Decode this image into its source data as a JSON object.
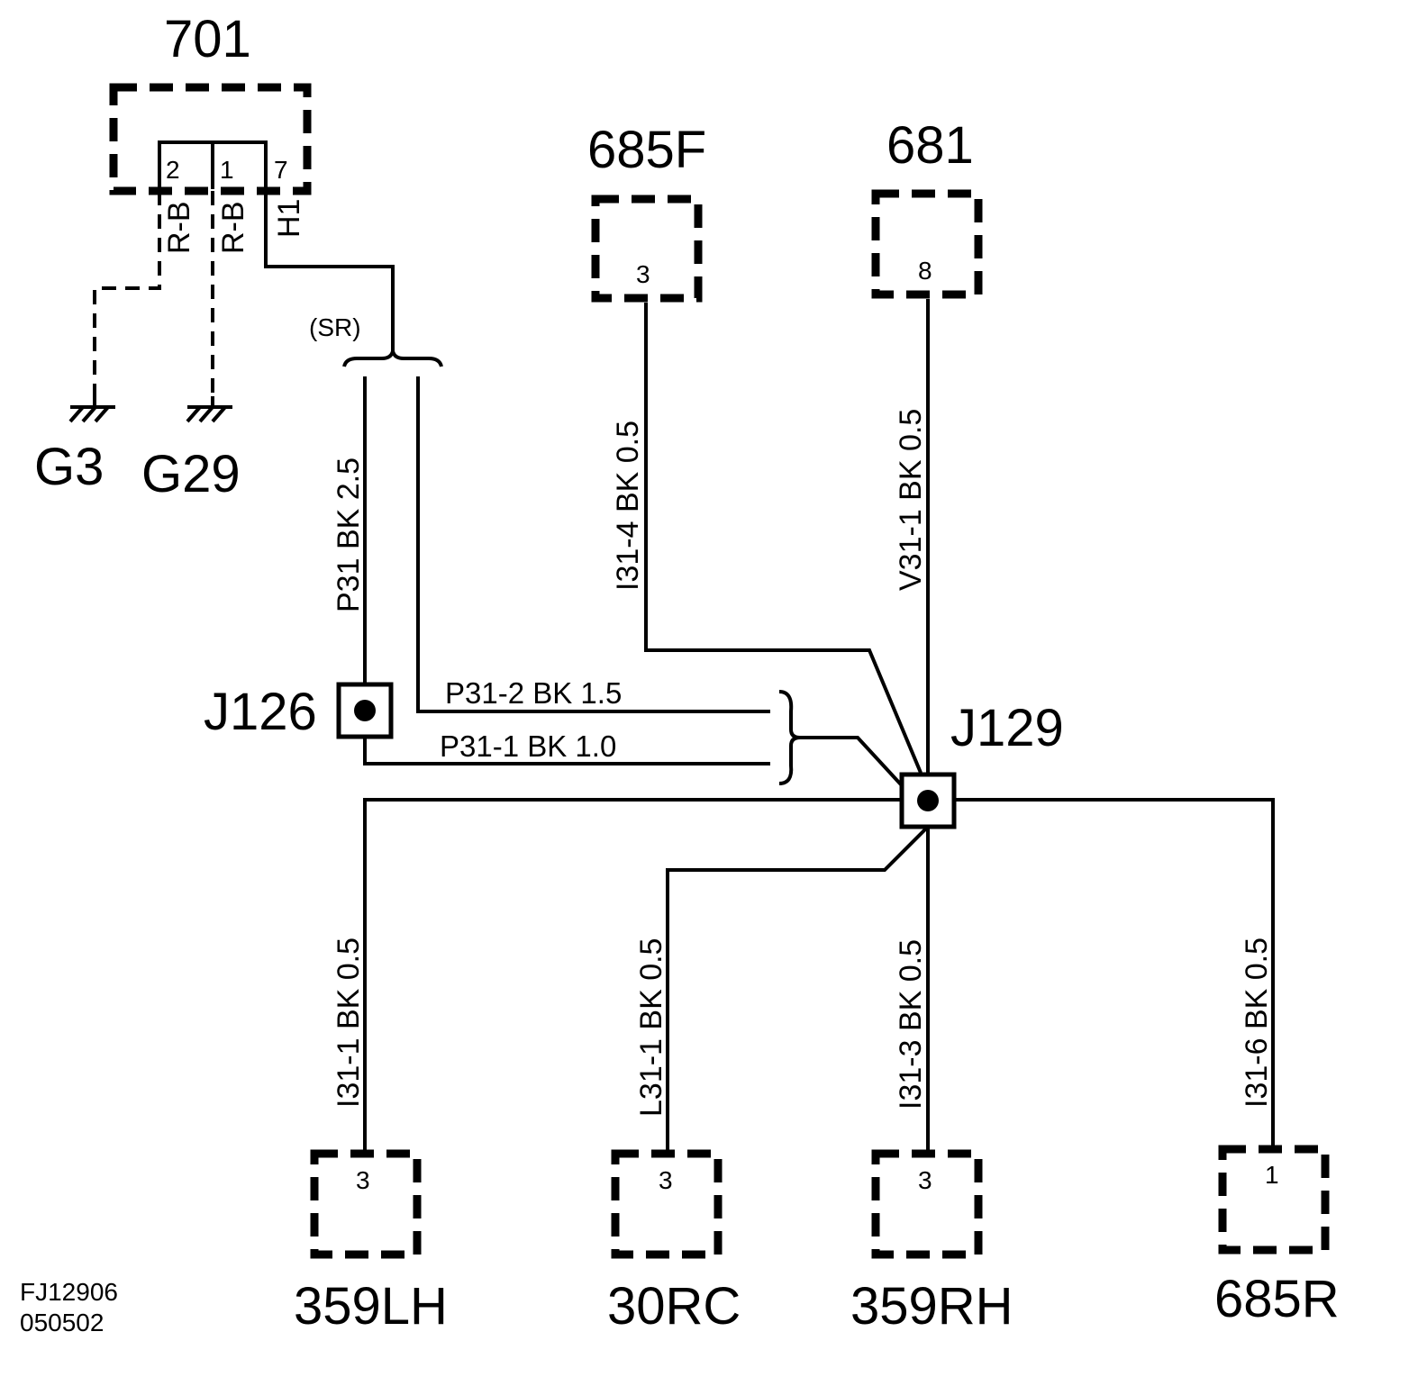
{
  "components": {
    "c701": {
      "name": "701",
      "pins": [
        "2",
        "1",
        "7"
      ]
    },
    "c685F": {
      "name": "685F",
      "pin": "3"
    },
    "c681": {
      "name": "681",
      "pin": "8"
    },
    "c359LH": {
      "name": "359LH",
      "pin": "3"
    },
    "c30RC": {
      "name": "30RC",
      "pin": "3"
    },
    "c359RH": {
      "name": "359RH",
      "pin": "3"
    },
    "c685R": {
      "name": "685R",
      "pin": "1"
    }
  },
  "grounds": {
    "g3": "G3",
    "g29": "G29"
  },
  "junctions": {
    "j126": "J126",
    "j129": "J129"
  },
  "wires": {
    "rb_pin2": "R-B",
    "rb_pin1": "R-B",
    "h1": "H1",
    "sr": "(SR)",
    "p31": "P31  BK  2.5",
    "p31_2": "P31-2  BK   1.5",
    "p31_1": "P31-1   BK   1.0",
    "i31_4": "I31-4  BK  0.5",
    "v31_1": "V31-1  BK  0.5",
    "i31_1": "I31-1  BK  0.5",
    "l31_1": "L31-1  BK   0.5",
    "i31_3": "I31-3  BK  0.5",
    "i31_6": "I31-6  BK  0.5"
  },
  "footer": {
    "drawing_id": "FJ12906",
    "date_code": "050502"
  }
}
